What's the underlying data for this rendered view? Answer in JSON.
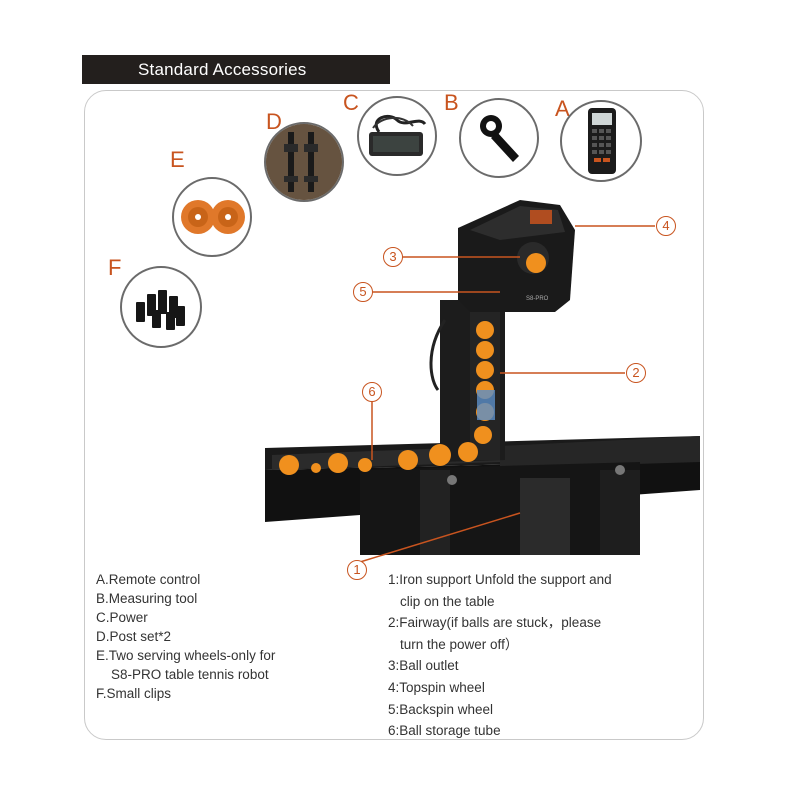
{
  "header": {
    "title": "Standard Accessories"
  },
  "accessories": {
    "letters": {
      "a": "A",
      "b": "B",
      "c": "C",
      "d": "D",
      "e": "E",
      "f": "F"
    }
  },
  "callouts": {
    "c1": "1",
    "c2": "2",
    "c3": "3",
    "c4": "4",
    "c5": "5",
    "c6": "6"
  },
  "device": {
    "model_label": "S8-PRO"
  },
  "legend_left": [
    "A.Remote control",
    "B.Measuring tool",
    "C.Power",
    "D.Post set*2",
    "E.Two serving wheels-only for",
    "S8-PRO table tennis robot",
    "F.Small clips"
  ],
  "legend_right": [
    "1:Iron support Unfold the support and",
    "clip on the table",
    "2:Fairway(if balls are stuck，please",
    "turn the power off）",
    "3:Ball outlet",
    "4:Topspin wheel",
    "5:Backspin wheel",
    "6:Ball storage tube"
  ],
  "colors": {
    "accent": "#c8541f",
    "header_bg": "#231f1d",
    "ball": "#f0901e"
  }
}
